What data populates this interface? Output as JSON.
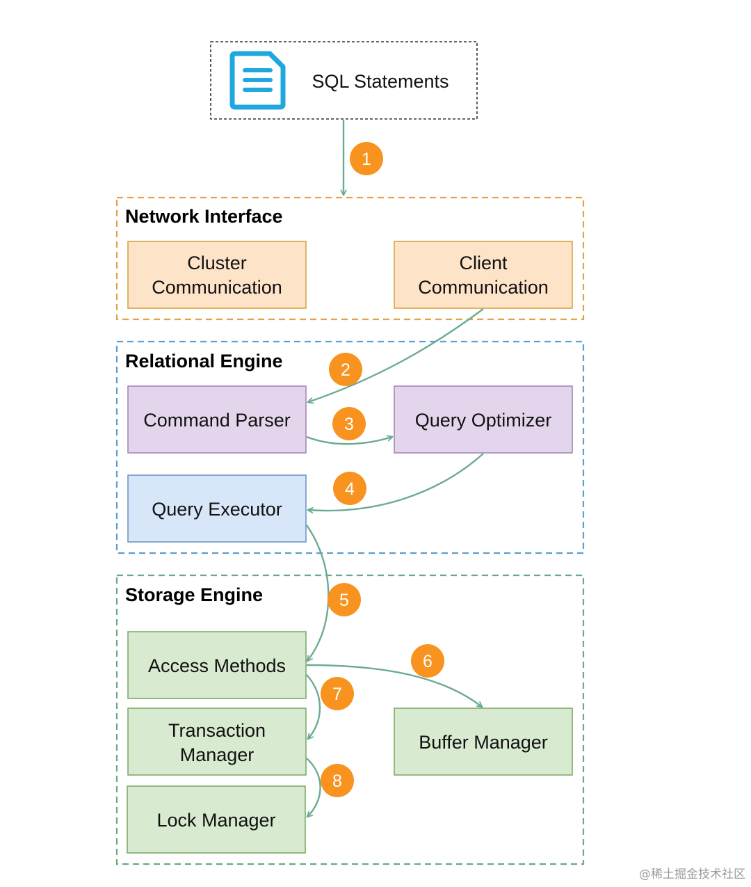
{
  "input": {
    "label": "SQL Statements",
    "icon": "document-icon",
    "icon_color": "#1fa8e0"
  },
  "groups": {
    "network": {
      "title": "Network Interface",
      "border_color": "#e0a24a"
    },
    "relational": {
      "title": "Relational Engine",
      "border_color": "#5a9fd0"
    },
    "storage": {
      "title": "Storage Engine",
      "border_color": "#6aa88a"
    }
  },
  "nodes": {
    "cluster_communication": {
      "lines": [
        "Cluster",
        "Communication"
      ],
      "fill": "#fde3c7",
      "stroke": "#d9a640"
    },
    "client_communication": {
      "lines": [
        "Client",
        "Communication"
      ],
      "fill": "#fde3c7",
      "stroke": "#d9a640"
    },
    "command_parser": {
      "lines": [
        "Command Parser"
      ],
      "fill": "#e3d6ec",
      "stroke": "#a585b8"
    },
    "query_optimizer": {
      "lines": [
        "Query Optimizer"
      ],
      "fill": "#e3d6ec",
      "stroke": "#a585b8"
    },
    "query_executor": {
      "lines": [
        "Query Executor"
      ],
      "fill": "#d7e6f8",
      "stroke": "#6f97c8"
    },
    "access_methods": {
      "lines": [
        "Access Methods"
      ],
      "fill": "#d8eacf",
      "stroke": "#7fab6a"
    },
    "transaction_manager": {
      "lines": [
        "Transaction",
        "Manager"
      ],
      "fill": "#d8eacf",
      "stroke": "#7fab6a"
    },
    "lock_manager": {
      "lines": [
        "Lock Manager"
      ],
      "fill": "#d8eacf",
      "stroke": "#7fab6a"
    },
    "buffer_manager": {
      "lines": [
        "Buffer Manager"
      ],
      "fill": "#d8eacf",
      "stroke": "#7fab6a"
    }
  },
  "steps": [
    {
      "label": "1",
      "from": "sql-statements",
      "to": "network-interface"
    },
    {
      "label": "2",
      "from": "client-communication",
      "to": "command-parser"
    },
    {
      "label": "3",
      "from": "command-parser",
      "to": "query-optimizer"
    },
    {
      "label": "4",
      "from": "query-optimizer",
      "to": "query-executor"
    },
    {
      "label": "5",
      "from": "query-executor",
      "to": "access-methods"
    },
    {
      "label": "6",
      "from": "access-methods",
      "to": "buffer-manager"
    },
    {
      "label": "7",
      "from": "access-methods",
      "to": "transaction-manager"
    },
    {
      "label": "8",
      "from": "transaction-manager",
      "to": "lock-manager"
    }
  ],
  "colors": {
    "arrow": "#6aab93",
    "badge": "#f7931e"
  },
  "watermark": "@稀土掘金技术社区"
}
